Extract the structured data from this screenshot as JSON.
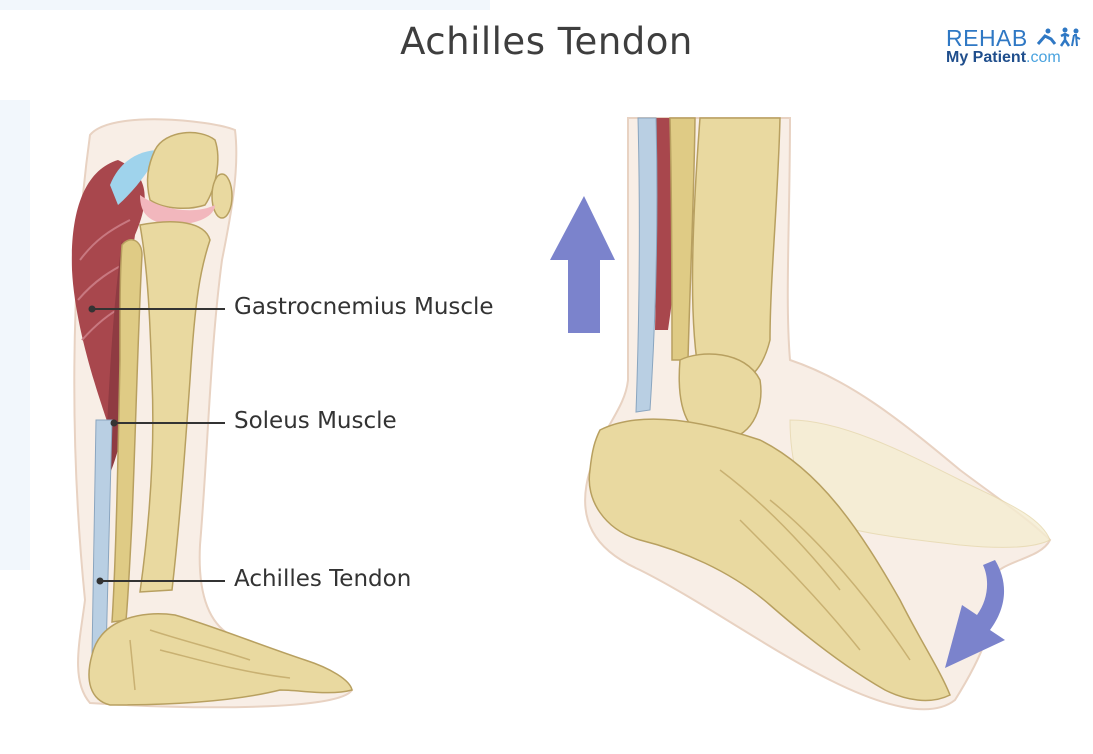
{
  "title": "Achilles Tendon",
  "logo": {
    "line1": "REHAB",
    "line2_main": "My Patient",
    "line2_suffix": ".com",
    "icon": "athlete-figures-icon"
  },
  "labels": {
    "gastrocnemius": "Gastrocnemius Muscle",
    "soleus": "Soleus Muscle",
    "achilles": "Achilles Tendon"
  },
  "arrows": {
    "up": "up-arrow-icon",
    "down": "curved-down-arrow-icon",
    "color": "#7b83cc"
  },
  "colors": {
    "bone": "#e9d9a0",
    "bone_shadow": "#cdb66e",
    "muscle": "#a8474d",
    "tendon": "#b9cfe3",
    "skin": "#f8eee6"
  }
}
